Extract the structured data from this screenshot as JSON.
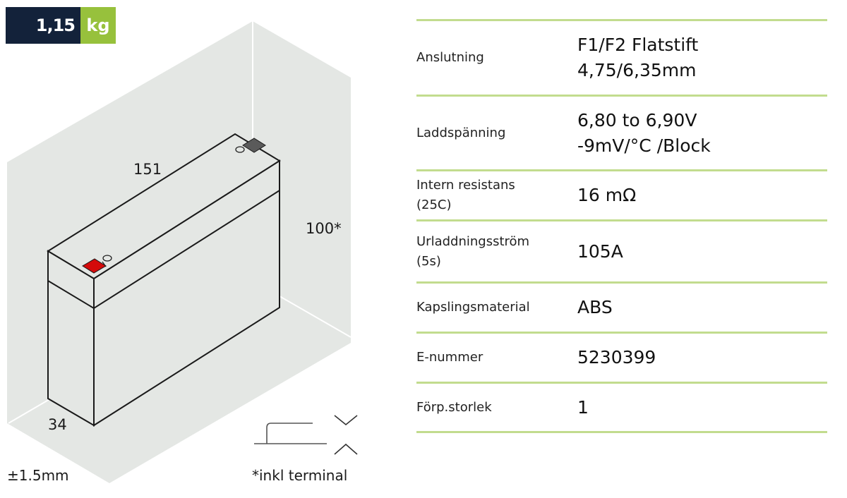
{
  "weight": {
    "value": "1,15",
    "unit": "kg"
  },
  "colors": {
    "navy": "#13223a",
    "green": "#97c13c",
    "line_green": "#c2dc8e",
    "bg_gray": "#e4e7e4",
    "terminal_pos": "#d40b0b",
    "terminal_neg": "#5a5a5a"
  },
  "dimensions": {
    "length": "151",
    "height": "100*",
    "width": "34",
    "tolerance": "±1.5mm",
    "note": "*inkl terminal"
  },
  "specs": [
    {
      "label": "Anslutning",
      "value_line1": "F1/F2 Flatstift",
      "value_line2": "4,75/6,35mm"
    },
    {
      "label": "Laddspänning",
      "value_line1": "6,80 to 6,90V",
      "value_line2": "-9mV/°C /Block"
    },
    {
      "label": "Intern resistans",
      "label2": "(25C)",
      "value_line1": "16 mΩ"
    },
    {
      "label": "Urladdningsström",
      "label2": "(5s)",
      "value_line1": "105A"
    },
    {
      "label": "Kapslingsmaterial",
      "value_line1": "ABS"
    },
    {
      "label": "E-nummer",
      "value_line1": "5230399"
    },
    {
      "label": "Förp.storlek",
      "value_line1": "1"
    }
  ]
}
